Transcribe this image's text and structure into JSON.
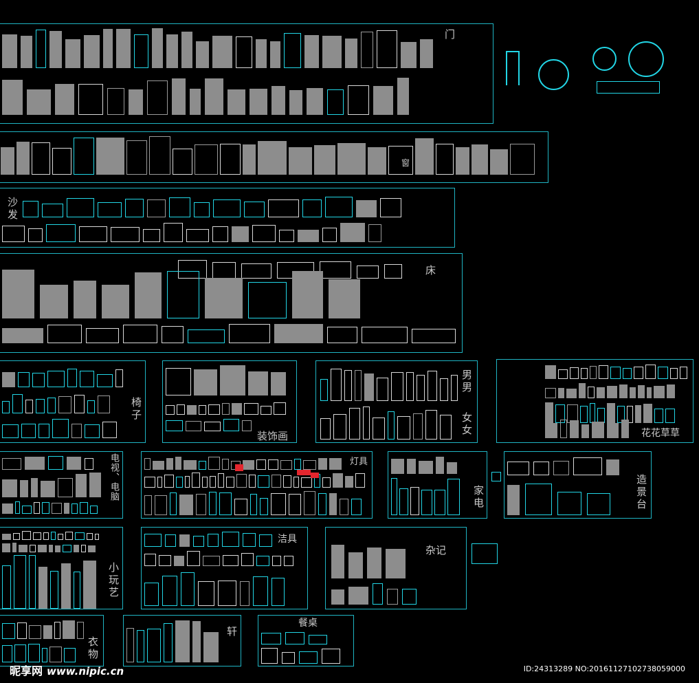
{
  "panels": {
    "doors": {
      "label": "门"
    },
    "curtains": {
      "label": "窗"
    },
    "sofa": {
      "label": "沙发"
    },
    "bed": {
      "label": "床"
    },
    "chairs": {
      "label": "椅子"
    },
    "decor": {
      "label": "装饰画"
    },
    "people": {
      "label_male": "男男",
      "label_female": "女女"
    },
    "plants": {
      "label": "花花草草"
    },
    "tv": {
      "label": "电视、电脑"
    },
    "lamps": {
      "label": "灯具"
    },
    "appliances": {
      "label": "家电"
    },
    "scenery": {
      "label": "造景台"
    },
    "ornaments": {
      "label": "小玩艺"
    },
    "sanitary": {
      "label": "洁具"
    },
    "misc": {
      "label": "杂记"
    },
    "wardrobe": {
      "label": "衣物"
    },
    "cabinet": {
      "label": "轩"
    },
    "dining": {
      "label": "餐桌"
    }
  },
  "watermark": {
    "brand": "昵享网",
    "site": "www.nipic.cn"
  },
  "image_id": "ID:24313289 NO:20161127102738059000",
  "colors": {
    "background": "#000000",
    "frame": "#1fb5c4",
    "cyan": "#22d6e6",
    "grey": "#8d8d8d",
    "red": "#e3262e"
  }
}
